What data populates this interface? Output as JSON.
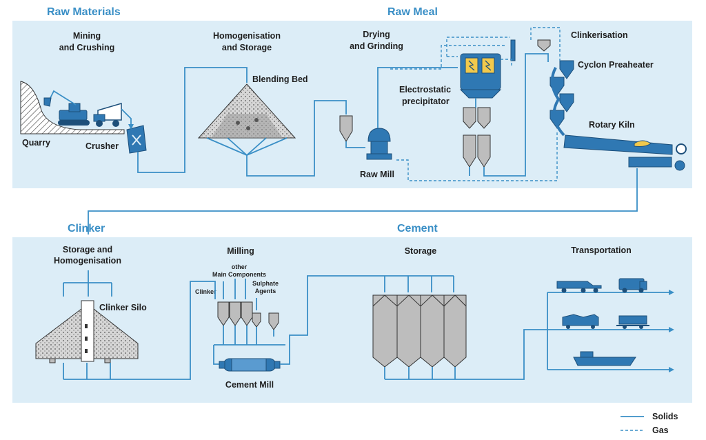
{
  "sections": {
    "raw_materials": "Raw Materials",
    "raw_meal": "Raw Meal",
    "clinker": "Clinker",
    "cement": "Cement"
  },
  "labels": {
    "mining_1": "Mining",
    "mining_2": "and Crushing",
    "homog_1": "Homogenisation",
    "homog_2": "and Storage",
    "drying_1": "Drying",
    "drying_2": "and Grinding",
    "clinkerisation": "Clinkerisation",
    "cyclon": "Cyclon Preaheater",
    "blending_bed": "Blending Bed",
    "esp_1": "Electrostatic",
    "esp_2": "precipitator",
    "rotary_kiln": "Rotary Kiln",
    "quarry": "Quarry",
    "crusher": "Crusher",
    "raw_mill": "Raw Mill",
    "storage_homog_1": "Storage and",
    "storage_homog_2": "Homogenisation",
    "clinker_silo": "Clinker Silo",
    "milling": "Milling",
    "other_1": "other",
    "other_2": "Main Components",
    "sulphate_1": "Sulphate",
    "sulphate_2": "Agents",
    "clinker_small": "Clinker",
    "cement_mill": "Cement Mill",
    "storage": "Storage",
    "transportation": "Transportation"
  },
  "legend": {
    "solids": "Solids",
    "gas": "Gas"
  },
  "colors": {
    "panel": "#dcedf7",
    "flow": "#3a8fc6",
    "machine": "#2f78b3",
    "heading": "#3a8fc6"
  }
}
